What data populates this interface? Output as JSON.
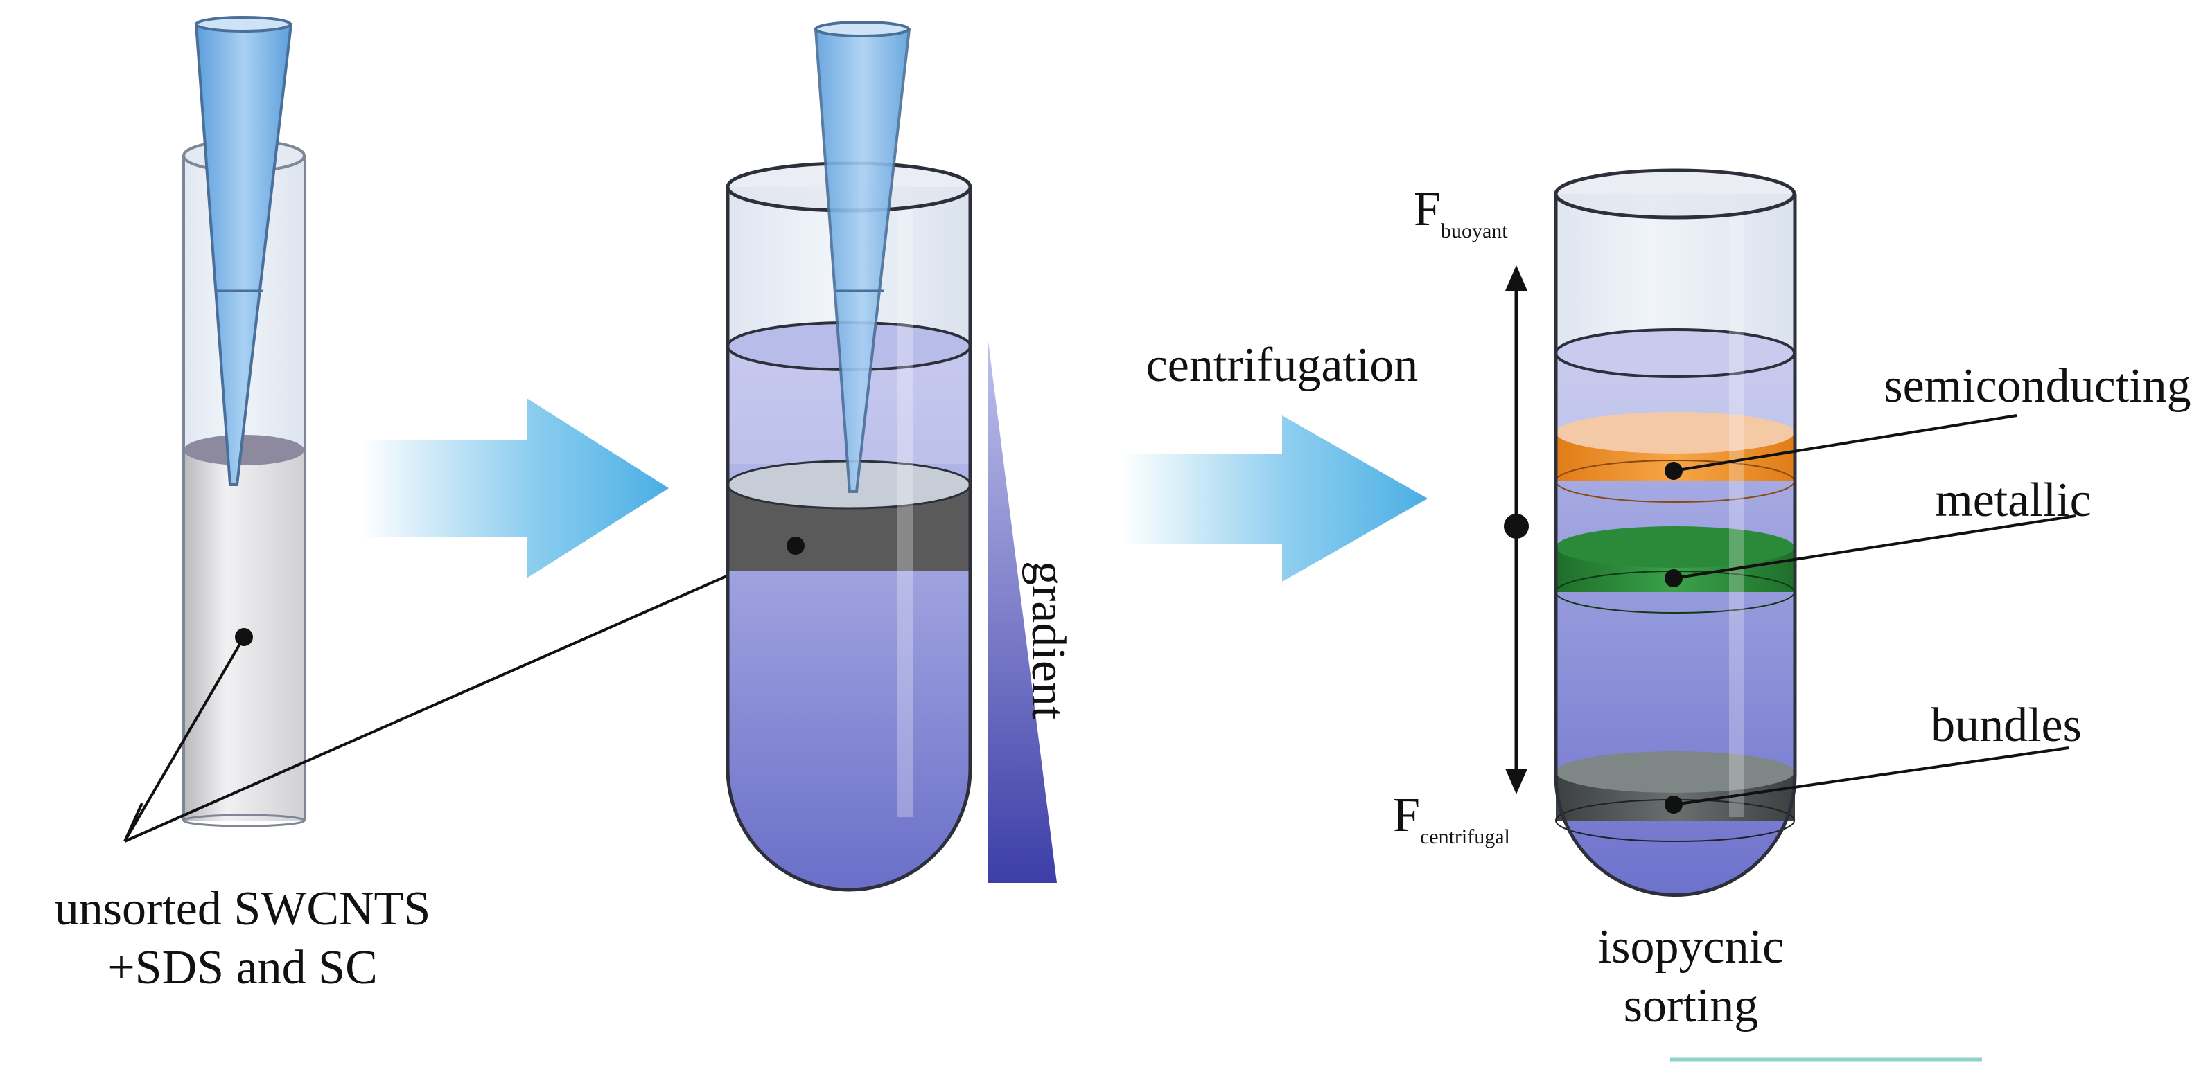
{
  "labels": {
    "unsorted_line1": "unsorted SWCNTS",
    "unsorted_line2": "+SDS and SC",
    "gradient": "gradient",
    "centrifugation": "centrifugation",
    "f_buoyant_main": "F",
    "f_buoyant_sub": "buoyant",
    "f_centrifugal_main": "F",
    "f_centrifugal_sub": "centrifugal",
    "semiconducting": "semiconducting",
    "metallic": "metallic",
    "bundles": "bundles",
    "isopycnic_line1": "isopycnic",
    "isopycnic_line2": "sorting"
  },
  "colors": {
    "arrow_blue": "#5bb8e8",
    "gradient_liquid": "#8488d6",
    "semiconducting_band": "#f0902a",
    "metallic_band": "#2f8f3c",
    "bundles_band": "#555a5a",
    "sample_band": "#5a5a5a"
  }
}
